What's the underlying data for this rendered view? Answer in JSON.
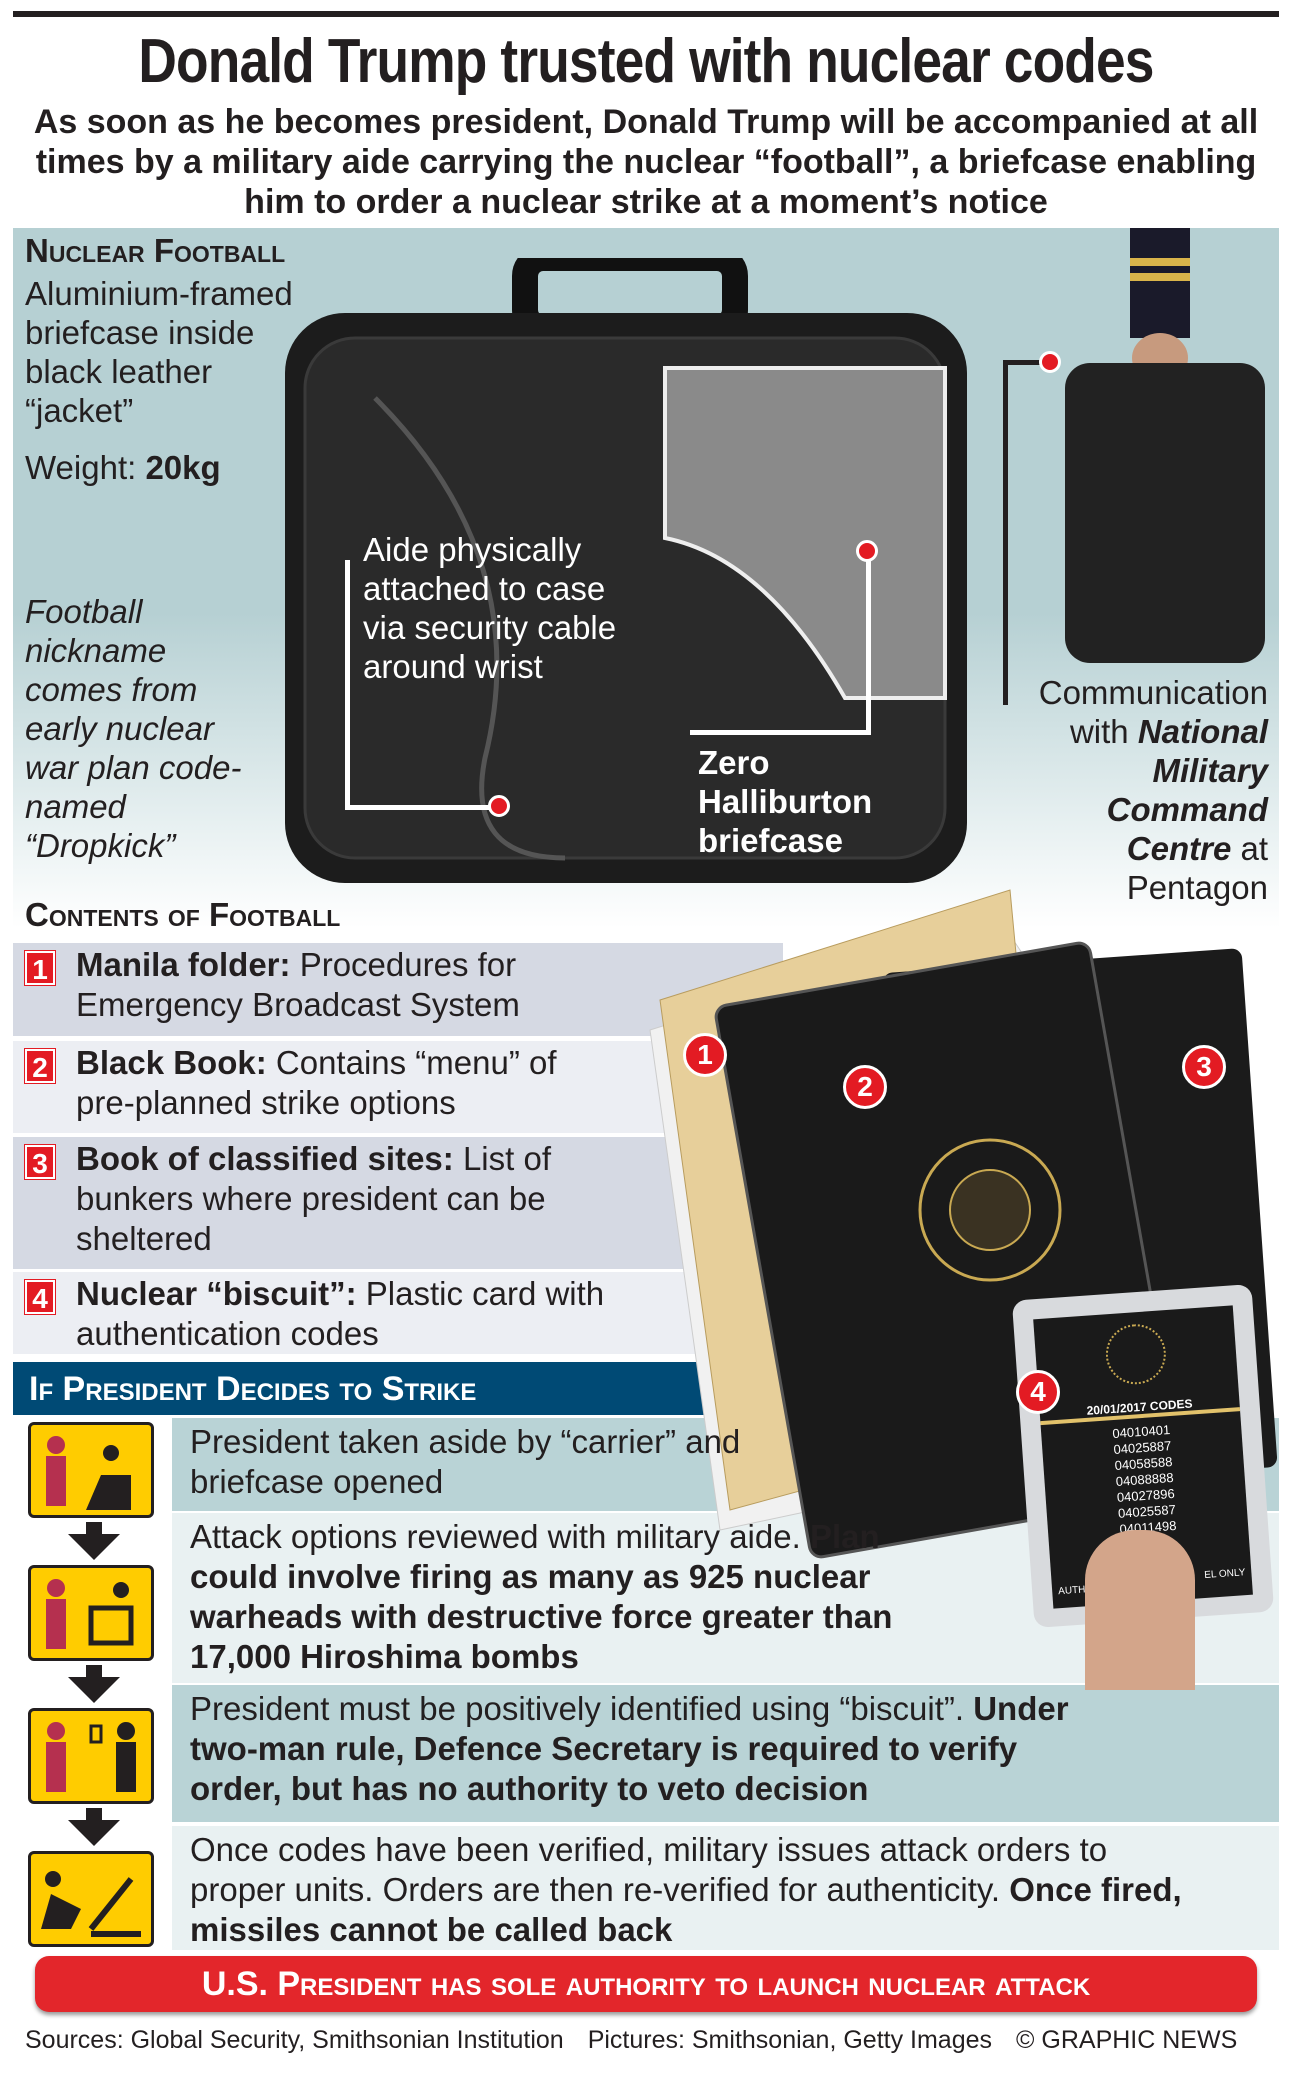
{
  "title": "Donald Trump trusted with nuclear codes",
  "subtitle": "As soon as he becomes president, Donald Trump will be accompanied at all times by a military aide carrying the nuclear “football”, a briefcase enabling him to order a nuclear strike at a moment’s notice",
  "football": {
    "heading": "Nuclear Football",
    "desc": "Aluminium-framed briefcase inside black leather “jacket”",
    "weight_label": "Weight: ",
    "weight_value": "20kg",
    "nickname": "Football nickname comes from early nuclear war plan code-named “Dropkick”",
    "aide": "Aide physically attached to case via security cable around wrist",
    "zero": "Zero Halliburton briefcase",
    "comm_pre": "Communication with ",
    "comm_bold": "National Military Command Centre",
    "comm_post": " at Pentagon"
  },
  "contents": {
    "heading": "Contents of Football",
    "items": [
      {
        "n": "1",
        "bold": "Manila folder:",
        "text": " Procedures for Emergency Broadcast System"
      },
      {
        "n": "2",
        "bold": "Black Book:",
        "text": " Contains “menu” of pre-planned strike options"
      },
      {
        "n": "3",
        "bold": "Book of classified sites:",
        "text": " List of bunkers where president can be sheltered"
      },
      {
        "n": "4",
        "bold": "Nuclear “biscuit”:",
        "text": " Plastic card with authentication codes"
      }
    ]
  },
  "card": {
    "date": "20/01/2017 CODES",
    "codes": [
      "04010401",
      "04025887",
      "04058588",
      "04088888",
      "04027896",
      "04025587",
      "04011498"
    ],
    "footer_left": "AUTHO",
    "footer_right": "EL ONLY",
    "seal": "SEAL OF THE PRESIDENT OF THE UNITED STATES"
  },
  "strike": {
    "heading": "If President Decides to Strike",
    "steps": [
      {
        "text": "President taken aside by “carrier” and briefcase opened",
        "bold": ""
      },
      {
        "text": "Attack options reviewed with military aide. ",
        "bold": "Plan could involve firing as many as 925 nuclear warheads with destructive force greater than 17,000 Hiroshima bombs"
      },
      {
        "text": "President must be positively identified using “biscuit”. ",
        "bold": "Under two-man rule, Defence Secretary is required to verify order, but has no authority to veto decision"
      },
      {
        "text": "Once codes have been verified, military issues attack orders to proper units. Orders are then re-verified for authenticity. ",
        "bold": "Once fired, missiles cannot be called back"
      }
    ]
  },
  "banner": "U.S. President has sole authority to launch nuclear attack",
  "sources": "Sources: Global Security, Smithsonian Institution",
  "pictures": "Pictures: Smithsonian, Getty Images",
  "credit": "© GRAPHIC NEWS",
  "colors": {
    "red": "#e31b23",
    "blue": "#004a75",
    "teal": "#b6d0d3",
    "yellow": "#ffcc00"
  }
}
